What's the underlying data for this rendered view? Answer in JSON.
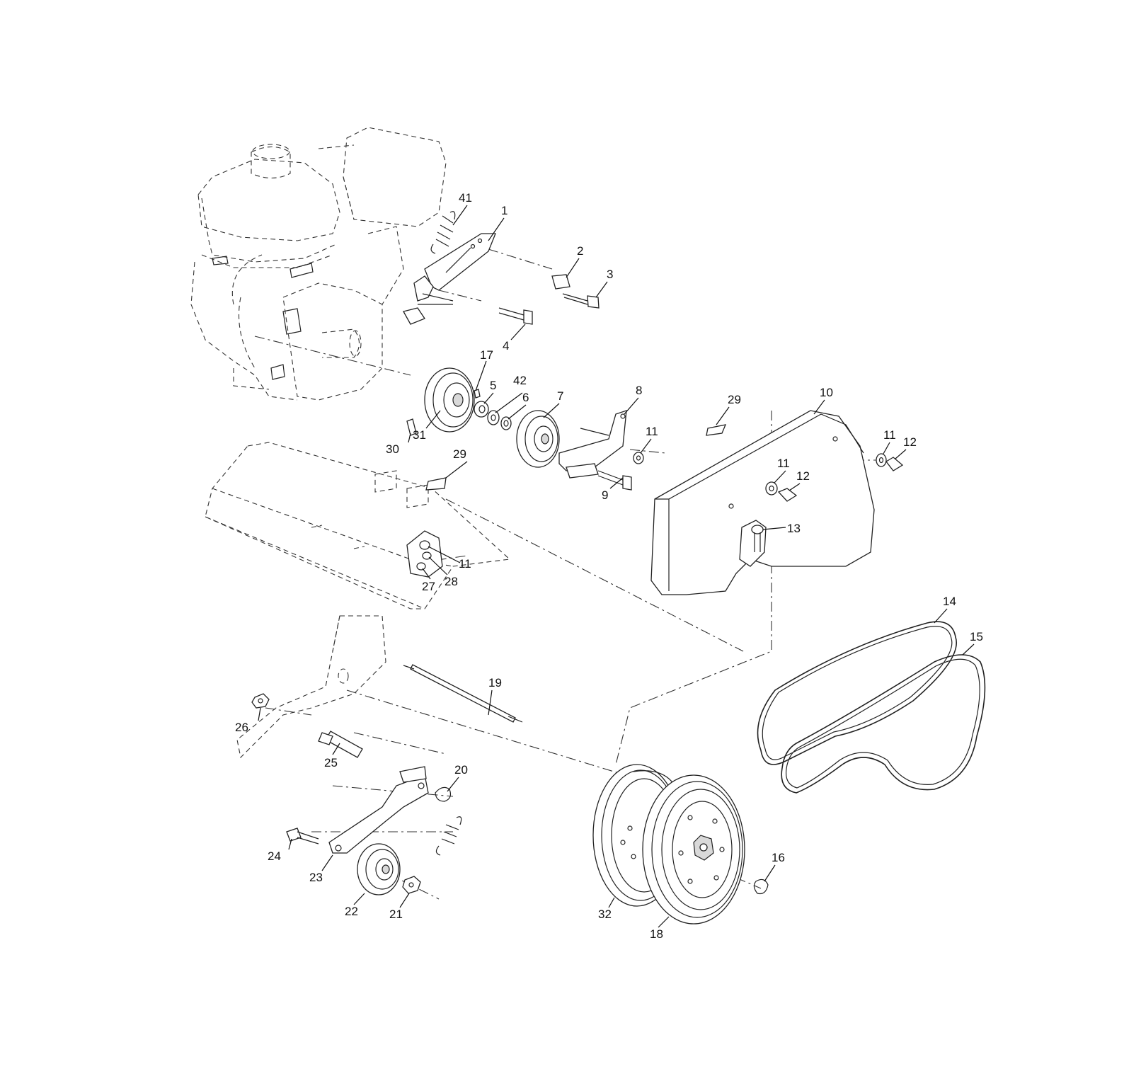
{
  "diagram": {
    "callouts": [
      {
        "id": "c1",
        "label": "1"
      },
      {
        "id": "c2",
        "label": "2"
      },
      {
        "id": "c3",
        "label": "3"
      },
      {
        "id": "c4",
        "label": "4"
      },
      {
        "id": "c5",
        "label": "5"
      },
      {
        "id": "c6",
        "label": "6"
      },
      {
        "id": "c7",
        "label": "7"
      },
      {
        "id": "c8",
        "label": "8"
      },
      {
        "id": "c9",
        "label": "9"
      },
      {
        "id": "c10",
        "label": "10"
      },
      {
        "id": "c11a",
        "label": "11"
      },
      {
        "id": "c11b",
        "label": "11"
      },
      {
        "id": "c11c",
        "label": "11"
      },
      {
        "id": "c11d",
        "label": "11"
      },
      {
        "id": "c12a",
        "label": "12"
      },
      {
        "id": "c12b",
        "label": "12"
      },
      {
        "id": "c13",
        "label": "13"
      },
      {
        "id": "c14",
        "label": "14"
      },
      {
        "id": "c15",
        "label": "15"
      },
      {
        "id": "c16",
        "label": "16"
      },
      {
        "id": "c17",
        "label": "17"
      },
      {
        "id": "c18",
        "label": "18"
      },
      {
        "id": "c19",
        "label": "19"
      },
      {
        "id": "c20",
        "label": "20"
      },
      {
        "id": "c21",
        "label": "21"
      },
      {
        "id": "c22",
        "label": "22"
      },
      {
        "id": "c23",
        "label": "23"
      },
      {
        "id": "c24",
        "label": "24"
      },
      {
        "id": "c25",
        "label": "25"
      },
      {
        "id": "c26",
        "label": "26"
      },
      {
        "id": "c27",
        "label": "27"
      },
      {
        "id": "c28",
        "label": "28"
      },
      {
        "id": "c29a",
        "label": "29"
      },
      {
        "id": "c29b",
        "label": "29"
      },
      {
        "id": "c30",
        "label": "30"
      },
      {
        "id": "c31",
        "label": "31"
      },
      {
        "id": "c32",
        "label": "32"
      },
      {
        "id": "c41",
        "label": "41"
      },
      {
        "id": "c42",
        "label": "42"
      }
    ]
  }
}
